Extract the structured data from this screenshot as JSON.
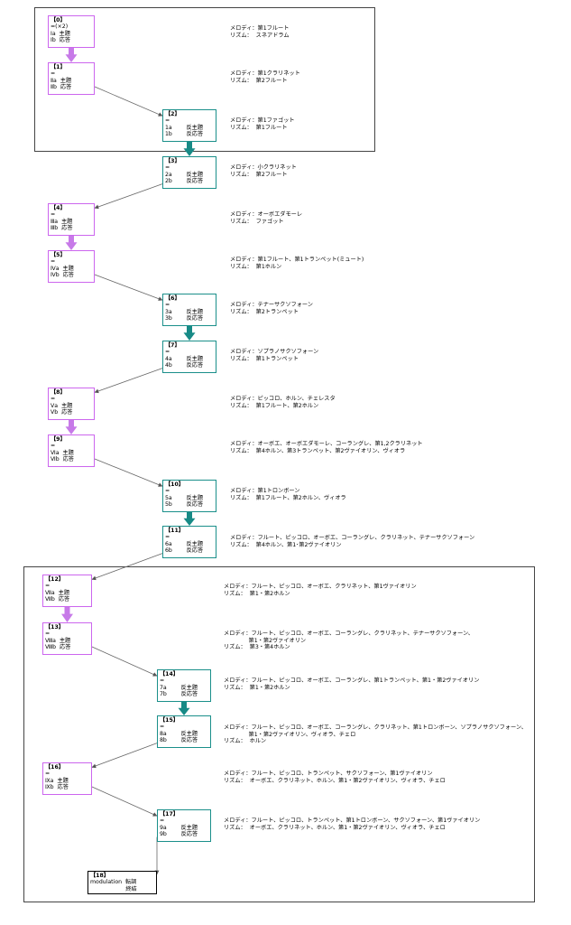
{
  "boxes": [
    {
      "id": "【0】",
      "lines": [
        "=(×2)",
        "Ⅰa  主題",
        "Ⅰb  応答"
      ],
      "color": "violet"
    },
    {
      "id": "【1】",
      "lines": [
        "=",
        "Ⅱa  主題",
        "Ⅱb  応答"
      ],
      "color": "violet"
    },
    {
      "id": "【2】",
      "lines": [
        "=",
        "1a        反主題",
        "1b        反応答"
      ],
      "color": "teal"
    },
    {
      "id": "【3】",
      "lines": [
        "=",
        "2a        反主題",
        "2b        反応答"
      ],
      "color": "teal"
    },
    {
      "id": "【4】",
      "lines": [
        "=",
        "Ⅲa  主題",
        "Ⅲb  応答"
      ],
      "color": "violet"
    },
    {
      "id": "【5】",
      "lines": [
        "=",
        "Ⅳa  主題",
        "Ⅳb  応答"
      ],
      "color": "violet"
    },
    {
      "id": "【6】",
      "lines": [
        "=",
        "3a        反主題",
        "3b        反応答"
      ],
      "color": "teal"
    },
    {
      "id": "【7】",
      "lines": [
        "=",
        "4a        反主題",
        "4b        反応答"
      ],
      "color": "teal"
    },
    {
      "id": "【8】",
      "lines": [
        "=",
        "Ⅴa  主題",
        "Ⅴb  応答"
      ],
      "color": "violet"
    },
    {
      "id": "【9】",
      "lines": [
        "=",
        "Ⅵa  主題",
        "Ⅵb  応答"
      ],
      "color": "violet"
    },
    {
      "id": "【10】",
      "lines": [
        "=",
        "5a        反主題",
        "5b        反応答"
      ],
      "color": "teal"
    },
    {
      "id": "【11】",
      "lines": [
        "=",
        "6a        反主題",
        "6b        反応答"
      ],
      "color": "teal"
    },
    {
      "id": "【12】",
      "lines": [
        "=",
        "Ⅶa  主題",
        "Ⅶb  応答"
      ],
      "color": "violet"
    },
    {
      "id": "【13】",
      "lines": [
        "=",
        "Ⅷa  主題",
        "Ⅷb  応答"
      ],
      "color": "violet"
    },
    {
      "id": "【14】",
      "lines": [
        "=",
        "7a        反主題",
        "7b        反応答"
      ],
      "color": "teal"
    },
    {
      "id": "【15】",
      "lines": [
        "=",
        "8a        反主題",
        "8b        反応答"
      ],
      "color": "teal"
    },
    {
      "id": "【16】",
      "lines": [
        "=",
        "Ⅸa  主題",
        "Ⅸb  応答"
      ],
      "color": "violet"
    },
    {
      "id": "【17】",
      "lines": [
        "=",
        "9a        反主題",
        "9b        反応答"
      ],
      "color": "teal"
    },
    {
      "id": "【18】",
      "lines": [
        "modulation  転調",
        "                    終結"
      ],
      "color": "black"
    }
  ],
  "instruments": [
    [
      "メロディ：第1フルート",
      "リズム：  スネアドラム"
    ],
    [
      "メロディ：第1クラリネット",
      "リズム：  第2フルート"
    ],
    [
      "メロディ：第1ファゴット",
      "リズム：  第1フルート"
    ],
    [
      "メロディ：小クラリネット",
      "リズム：  第2フルート"
    ],
    [
      "メロディ：オーボエダモーレ",
      "リズム：  ファゴット"
    ],
    [
      "メロディ：第1フルート、第1トランペット(ミュート)",
      "リズム：  第1ホルン"
    ],
    [
      "メロディ：テナーサクソフォーン",
      "リズム：  第2トランペット"
    ],
    [
      "メロディ：ソプラノサクソフォーン",
      "リズム：  第1トランペット"
    ],
    [
      "メロディ：ピッコロ、ホルン、チェレスタ",
      "リズム：  第1フルート、第2ホルン"
    ],
    [
      "メロディ：オーボエ、オーボエダモーレ、コーラングレ、第1,2クラリネット",
      "リズム：  第4ホルン、第3トランペット、第2ヴァイオリン、ヴィオラ"
    ],
    [
      "メロディ：第1トロンボーン",
      "リズム：  第1フルート、第2ホルン、ヴィオラ"
    ],
    [
      "メロディ：フルート、ピッコロ、オーボエ、コーラングレ、クラリネット、テナーサクソフォーン",
      "リズム：  第4ホルン、第1･第2ヴァイオリン"
    ],
    [
      "メロディ：フルート、ピッコロ、オーボエ、クラリネット、第1ヴァイオリン",
      "リズム：  第1・第2ホルン"
    ],
    [
      "メロディ：フルート、ピッコロ、オーボエ、コーラングレ、クラリネット、テナーサクソフォーン、",
      "              第1・第2ヴァイオリン",
      "リズム：  第3・第4ホルン"
    ],
    [
      "メロディ：フルート、ピッコロ、オーボエ、コーラングレ、第1トランペット、第1・第2ヴァイオリン",
      "リズム：  第1・第2ホルン"
    ],
    [
      "メロディ：フルート、ピッコロ、オーボエ、コーラングレ、クラリネット、第1トロンボーン、ソプラノサクソフォーン、",
      "              第1・第2ヴァイオリン、ヴィオラ、チェロ",
      "リズム：  ホルン"
    ],
    [
      "メロディ：フルート、ピッコロ、トランペット、サクソフォーン、第1ヴァイオリン",
      "リズム：  オーボエ、クラリネット、ホルン、第1・第2ヴァイオリン、ヴィオラ、チェロ"
    ],
    [
      "メロディ：フルート、ピッコロ、トランペット、第1トロンボーン、サクソフォーン、第1ヴァイオリン",
      "リズム：  オーボエ、クラリネット、ホルン、第1・第2ヴァイオリン、ヴィオラ、チェロ"
    ]
  ],
  "colors": {
    "violet": "#cc66ee",
    "teal": "#1a8f8a",
    "violet_arrow": "#c77ae8",
    "teal_arrow": "#178a86"
  }
}
